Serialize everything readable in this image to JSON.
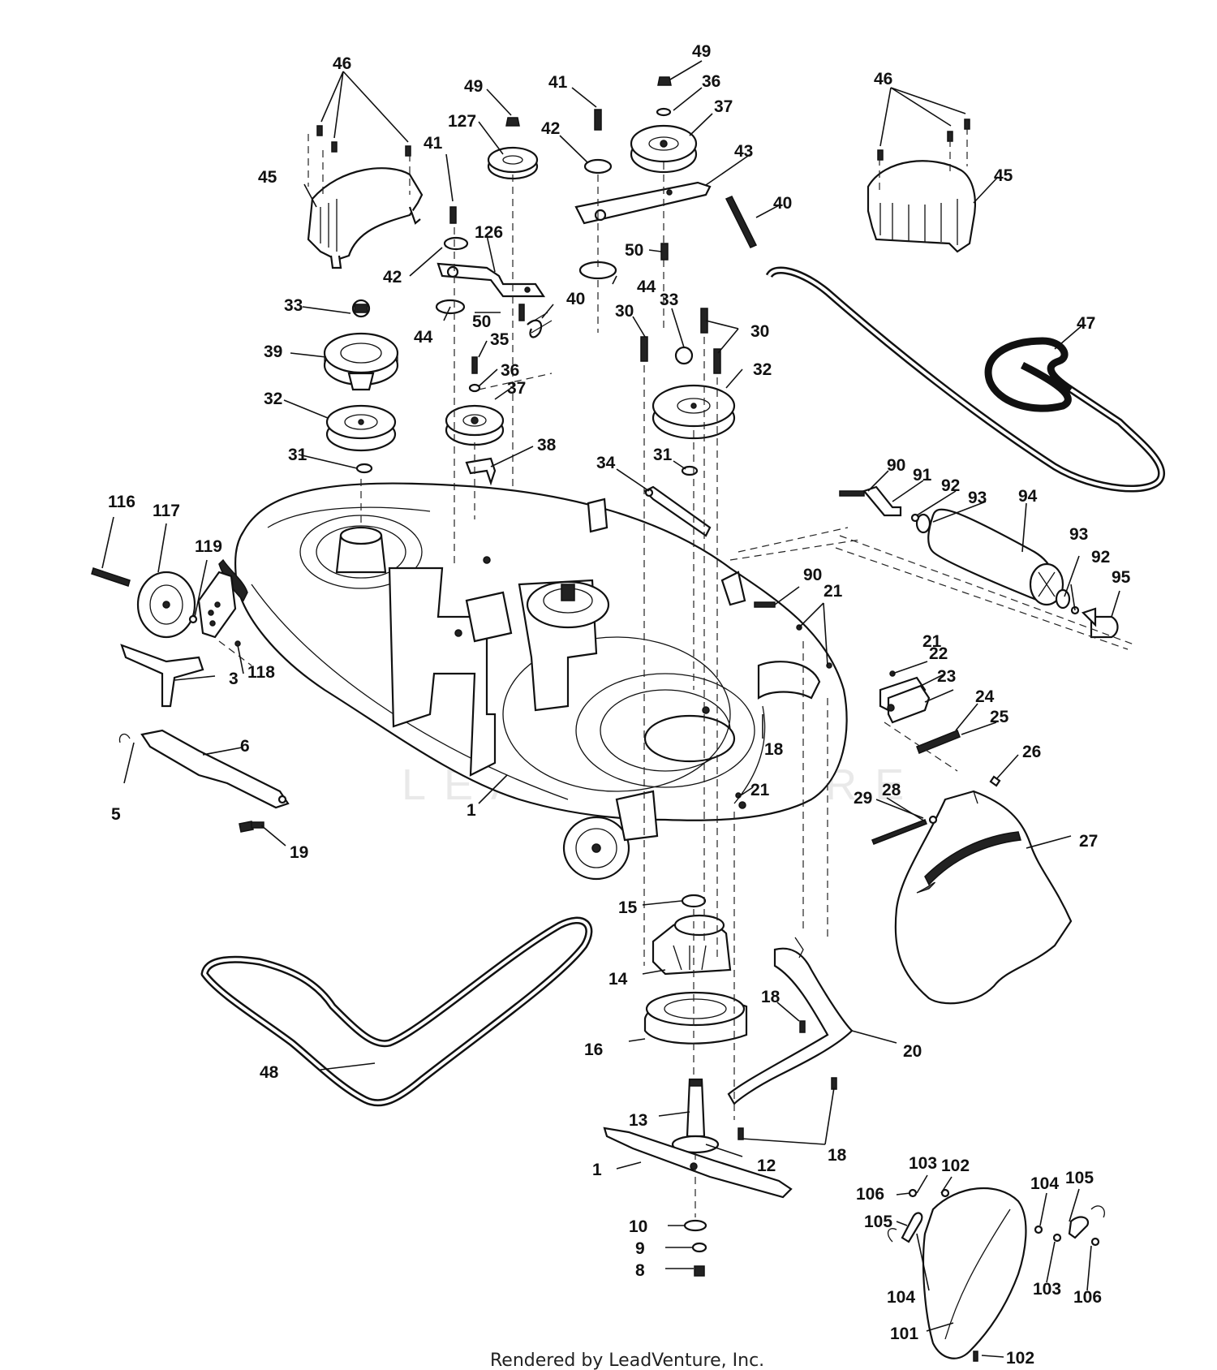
{
  "callouts": [
    {
      "id": "c-46a",
      "text": "46"
    },
    {
      "id": "c-49a",
      "text": "49"
    },
    {
      "id": "c-41a",
      "text": "41"
    },
    {
      "id": "c-49b",
      "text": "49"
    },
    {
      "id": "c-36a",
      "text": "36"
    },
    {
      "id": "c-37a",
      "text": "37"
    },
    {
      "id": "c-46b",
      "text": "46"
    },
    {
      "id": "c-127",
      "text": "127"
    },
    {
      "id": "c-42a",
      "text": "42"
    },
    {
      "id": "c-43",
      "text": "43"
    },
    {
      "id": "c-45a",
      "text": "45"
    },
    {
      "id": "c-41b",
      "text": "41"
    },
    {
      "id": "c-45b",
      "text": "45"
    },
    {
      "id": "c-40a",
      "text": "40"
    },
    {
      "id": "c-126",
      "text": "126"
    },
    {
      "id": "c-50a",
      "text": "50"
    },
    {
      "id": "c-42b",
      "text": "42"
    },
    {
      "id": "c-44a",
      "text": "44"
    },
    {
      "id": "c-33a",
      "text": "33"
    },
    {
      "id": "c-50b",
      "text": "50"
    },
    {
      "id": "c-40b",
      "text": "40"
    },
    {
      "id": "c-30a",
      "text": "30"
    },
    {
      "id": "c-33b",
      "text": "33"
    },
    {
      "id": "c-47",
      "text": "47"
    },
    {
      "id": "c-44b",
      "text": "44"
    },
    {
      "id": "c-30b",
      "text": "30"
    },
    {
      "id": "c-35",
      "text": "35"
    },
    {
      "id": "c-39",
      "text": "39"
    },
    {
      "id": "c-36b",
      "text": "36"
    },
    {
      "id": "c-32a",
      "text": "32"
    },
    {
      "id": "c-37b",
      "text": "37"
    },
    {
      "id": "c-32b",
      "text": "32"
    },
    {
      "id": "c-38",
      "text": "38"
    },
    {
      "id": "c-31a",
      "text": "31"
    },
    {
      "id": "c-34",
      "text": "34"
    },
    {
      "id": "c-31b",
      "text": "31"
    },
    {
      "id": "c-90a",
      "text": "90"
    },
    {
      "id": "c-91",
      "text": "91"
    },
    {
      "id": "c-92a",
      "text": "92"
    },
    {
      "id": "c-94",
      "text": "94"
    },
    {
      "id": "c-93a",
      "text": "93"
    },
    {
      "id": "c-116",
      "text": "116"
    },
    {
      "id": "c-117",
      "text": "117"
    },
    {
      "id": "c-119",
      "text": "119"
    },
    {
      "id": "c-93b",
      "text": "93"
    },
    {
      "id": "c-92b",
      "text": "92"
    },
    {
      "id": "c-90b",
      "text": "90"
    },
    {
      "id": "c-95",
      "text": "95"
    },
    {
      "id": "c-21a",
      "text": "21"
    },
    {
      "id": "c-21b",
      "text": "21"
    },
    {
      "id": "c-22",
      "text": "22"
    },
    {
      "id": "c-23",
      "text": "23"
    },
    {
      "id": "c-3",
      "text": "3"
    },
    {
      "id": "c-118",
      "text": "118"
    },
    {
      "id": "c-24",
      "text": "24"
    },
    {
      "id": "c-25",
      "text": "25"
    },
    {
      "id": "c-6",
      "text": "6"
    },
    {
      "id": "c-18a",
      "text": "18"
    },
    {
      "id": "c-26",
      "text": "26"
    },
    {
      "id": "c-5",
      "text": "5"
    },
    {
      "id": "c-21c",
      "text": "21"
    },
    {
      "id": "c-28",
      "text": "28"
    },
    {
      "id": "c-29",
      "text": "29"
    },
    {
      "id": "c-1a",
      "text": "1"
    },
    {
      "id": "c-27",
      "text": "27"
    },
    {
      "id": "c-19",
      "text": "19"
    },
    {
      "id": "c-15",
      "text": "15"
    },
    {
      "id": "c-14",
      "text": "14"
    },
    {
      "id": "c-18b",
      "text": "18"
    },
    {
      "id": "c-16",
      "text": "16"
    },
    {
      "id": "c-20",
      "text": "20"
    },
    {
      "id": "c-48",
      "text": "48"
    },
    {
      "id": "c-13",
      "text": "13"
    },
    {
      "id": "c-18c",
      "text": "18"
    },
    {
      "id": "c-12",
      "text": "12"
    },
    {
      "id": "c-1b",
      "text": "1"
    },
    {
      "id": "c-103a",
      "text": "103"
    },
    {
      "id": "c-102a",
      "text": "102"
    },
    {
      "id": "c-106a",
      "text": "106"
    },
    {
      "id": "c-104a",
      "text": "104"
    },
    {
      "id": "c-105a",
      "text": "105"
    },
    {
      "id": "c-105b",
      "text": "105"
    },
    {
      "id": "c-10",
      "text": "10"
    },
    {
      "id": "c-9",
      "text": "9"
    },
    {
      "id": "c-8",
      "text": "8"
    },
    {
      "id": "c-104b",
      "text": "104"
    },
    {
      "id": "c-103b",
      "text": "103"
    },
    {
      "id": "c-106b",
      "text": "106"
    },
    {
      "id": "c-101",
      "text": "101"
    },
    {
      "id": "c-102b",
      "text": "102"
    }
  ],
  "watermark": "LEADVENTURE",
  "footer": "Rendered by LeadVenture, Inc."
}
